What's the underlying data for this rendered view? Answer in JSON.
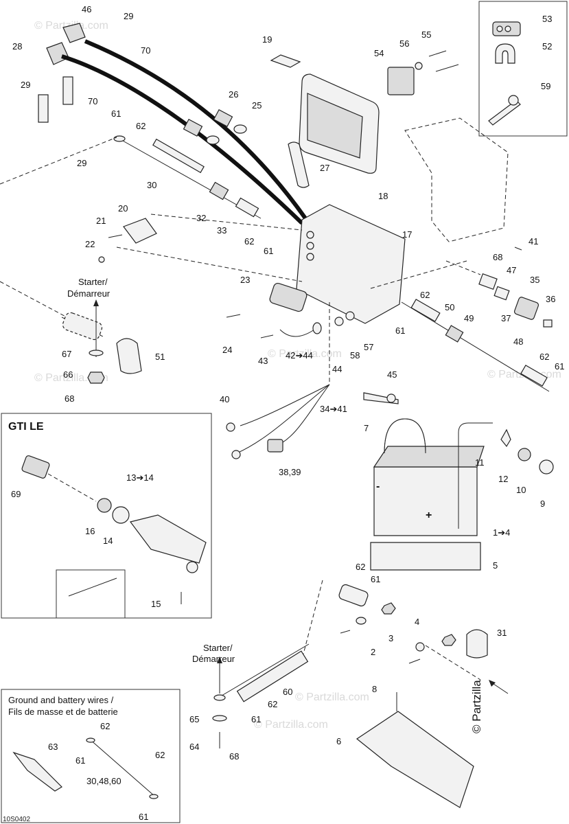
{
  "watermark": "© Partzilla.com",
  "copyright": "© Partzilla",
  "diagram_code": "10S0402",
  "starter_label_top": "Starter/\nDémarreur",
  "starter_label_bottom": "Starter/\nDémarreur",
  "inset_gti": {
    "title": "GTI LE"
  },
  "inset_ground": {
    "title_line1": "Ground and battery wires /",
    "title_line2": "Fils de masse et de batterie"
  },
  "callouts": {
    "c46": "46",
    "c29a": "29",
    "c28": "28",
    "c29b": "29",
    "c70a": "70",
    "c70b": "70",
    "c19": "19",
    "c54": "54",
    "c56": "56",
    "c55": "55",
    "c53": "53",
    "c52": "52",
    "c59": "59",
    "c26": "26",
    "c25": "25",
    "c61a": "61",
    "c62a": "62",
    "c29c": "29",
    "c27": "27",
    "c18": "18",
    "c30": "30",
    "c20": "20",
    "c21": "21",
    "c22": "22",
    "c32": "32",
    "c33": "33",
    "c62b": "62",
    "c61b": "61",
    "c17": "17",
    "c41": "41",
    "c68a": "68",
    "c47": "47",
    "c35": "35",
    "c36": "36",
    "c37": "37",
    "c23": "23",
    "c62c": "62",
    "c50": "50",
    "c49": "49",
    "c61c": "61",
    "c57": "57",
    "c58": "58",
    "c24": "24",
    "c43": "43",
    "c42_44": "42➔44",
    "c44": "44",
    "c67": "67",
    "c51": "51",
    "c66": "66",
    "c68b": "68",
    "c48": "48",
    "c62d": "62",
    "c61d": "61",
    "c45": "45",
    "c40": "40",
    "c34_41": "34➔41",
    "c38_39": "38,39",
    "c7": "7",
    "c11": "11",
    "c12": "12",
    "c10": "10",
    "c9": "9",
    "c1_4": "1➔4",
    "c5": "5",
    "c69": "69",
    "c13_14": "13➔14",
    "c16": "16",
    "c14": "14",
    "c15": "15",
    "c62e": "62",
    "c61e": "61",
    "c4": "4",
    "c31": "31",
    "c3": "3",
    "c2": "2",
    "c8": "8",
    "c60": "60",
    "c62f": "62",
    "c65": "65",
    "c61f": "61",
    "c64": "64",
    "c68c": "68",
    "c6": "6",
    "c63": "63",
    "c62g": "62",
    "c61g": "61",
    "c30_48_60": "30,48,60",
    "c62h": "62",
    "c61h": "61"
  },
  "battery_minus": "-",
  "battery_plus": "+"
}
